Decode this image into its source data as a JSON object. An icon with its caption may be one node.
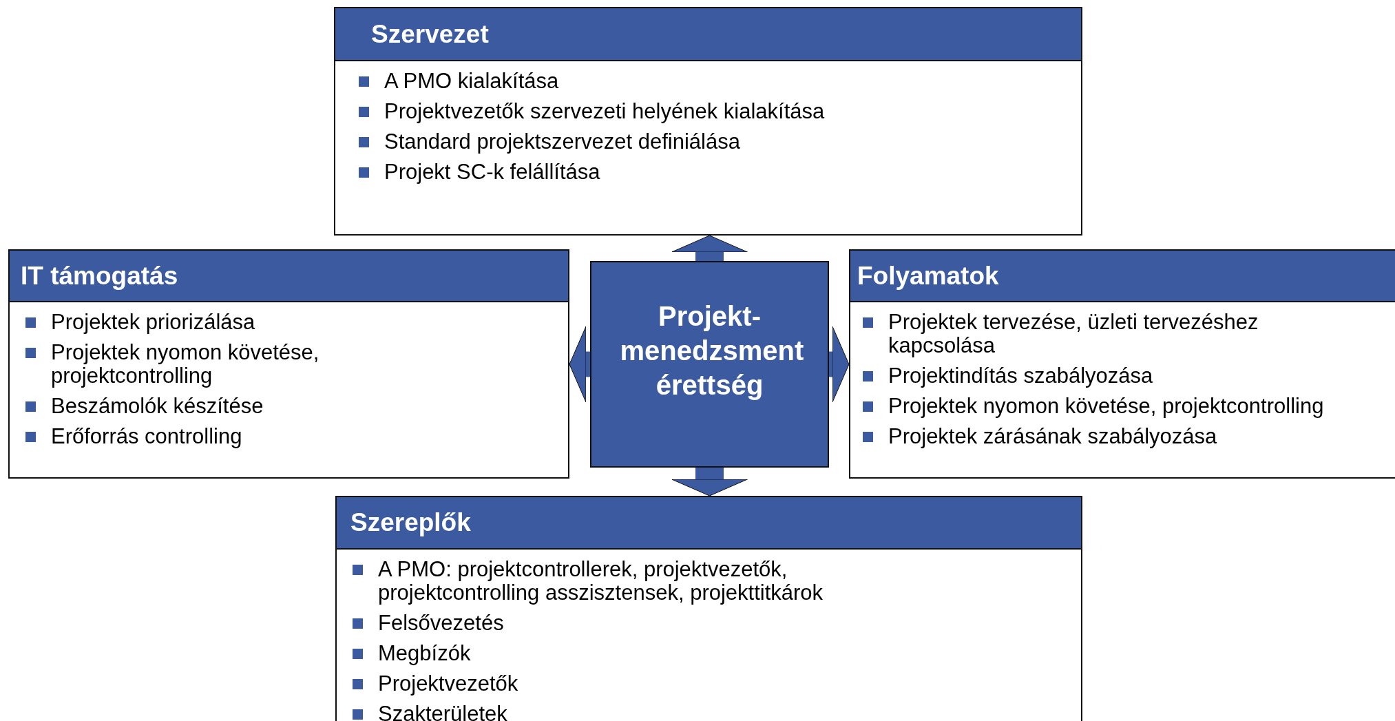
{
  "diagram": {
    "nodes": [
      {
        "text": [
          "Szervezet",
          "A PMO kialakítása",
          "Projektvezetők szervezeti helyének kialakítása",
          "Standard projektszervezet definiálása",
          "Projekt SC-k felállítása"
        ]
      },
      {
        "text": [
          "IT támogatás",
          "Projektek priorizálása",
          "Projektek nyomon követése, projektcontrolling",
          "Beszámolók készítése",
          "Erőforrás controlling"
        ]
      },
      {
        "text": [
          "Projekt-menedzsment érettség"
        ]
      },
      {
        "text": [
          "Folyamatok",
          "Projektek tervezése, üzleti tervezéshez kapcsolása",
          "Projektindítás szabályozása",
          "Projektek nyomon követése, projektcontrolling",
          "Projektek zárásának szabályozása"
        ]
      },
      {
        "text": [
          "Szereplők",
          "A PMO: projektcontrollerek, projektvezetők, projektcontrolling asszisztensek, projekttitkárok",
          "Felsővezetés",
          "Megbízók",
          "Projektvezetők",
          "Szakterületek"
        ]
      }
    ],
    "edges": [
      {
        "from": 2,
        "to": 0,
        "arrow": "to"
      },
      {
        "from": 2,
        "to": 1,
        "arrow": "to"
      },
      {
        "from": 2,
        "to": 3,
        "arrow": "to"
      },
      {
        "from": 2,
        "to": 4,
        "arrow": "to"
      }
    ]
  }
}
